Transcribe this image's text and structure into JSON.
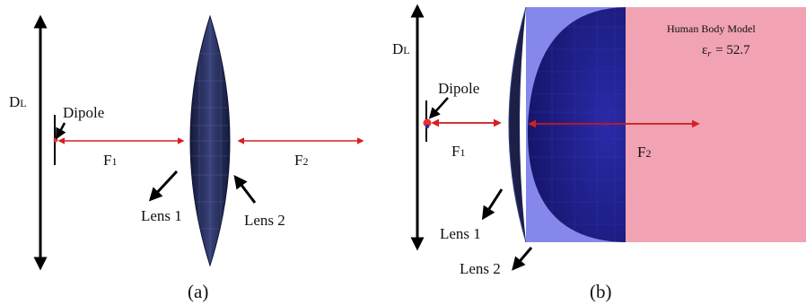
{
  "panel_a": {
    "dl_label": "D",
    "dl_sub": "L",
    "dipole_label": "Dipole",
    "f1_label": "F",
    "f1_sub": "1",
    "f2_label": "F",
    "f2_sub": "2",
    "lens1_label": "Lens 1",
    "lens2_label": "Lens 2",
    "caption": "(a)"
  },
  "panel_b": {
    "dl_label": "D",
    "dl_sub": "L",
    "dipole_label": "Dipole",
    "f1_label": "F",
    "f1_sub": "1",
    "f2_label": "F",
    "f2_sub": "2",
    "lens1_label": "Lens 1",
    "lens2_label": "Lens 2",
    "model_label": "Human Body Model",
    "epsilon_symbol": "ε",
    "epsilon_sub": "r",
    "epsilon_value": "= 52.7",
    "caption": "(b)"
  },
  "colors": {
    "axis_arrow": "#000000",
    "focal_arrow": "#d42020",
    "lens_fill": "#2b3466",
    "lens_mesh": "#6c74a8",
    "slab_fill": "#7f82e6",
    "hemisphere_fill": "#1f1f8a",
    "body_fill": "#f1a3b3",
    "dipole": "#e53030"
  }
}
